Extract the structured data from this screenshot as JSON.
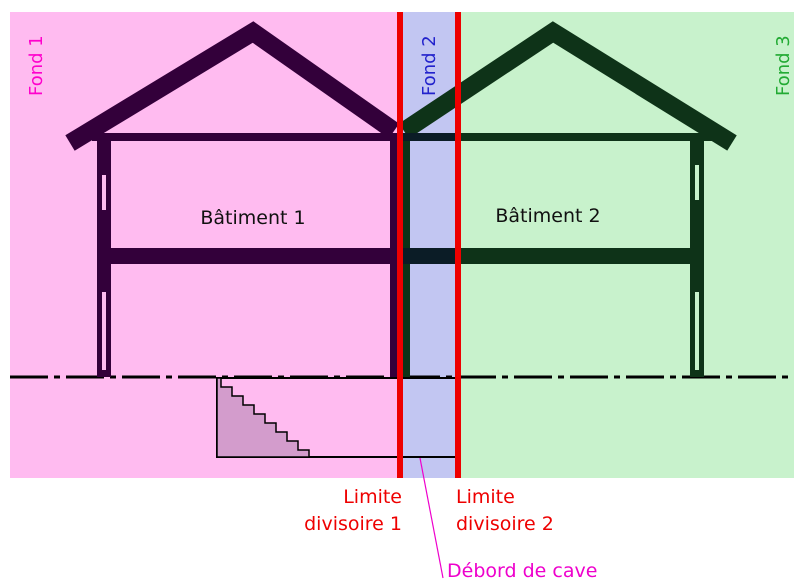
{
  "zones": {
    "fond1": {
      "label": "Fond 1",
      "color": "#ff00cc",
      "fill": "#ffbbf0"
    },
    "fond2": {
      "label": "Fond 2",
      "color": "#2222cc",
      "fill": "#c2c6f2"
    },
    "fond3": {
      "label": "Fond 3",
      "color": "#22aa33",
      "fill": "#c8f2cc"
    }
  },
  "buildings": {
    "b1": {
      "label": "Bâtiment 1",
      "color": "#33003a"
    },
    "b2": {
      "label": "Bâtiment 2",
      "color": "#0e3318"
    }
  },
  "limits": {
    "color": "#ee0000",
    "l1": {
      "line1": "Limite",
      "line2": "divisoire 1"
    },
    "l2": {
      "line1": "Limite",
      "line2": "divisoire 2"
    }
  },
  "cellar": {
    "label": "Débord de cave",
    "label_color": "#ee00cc",
    "stairs_fill": "#d39ccc"
  }
}
